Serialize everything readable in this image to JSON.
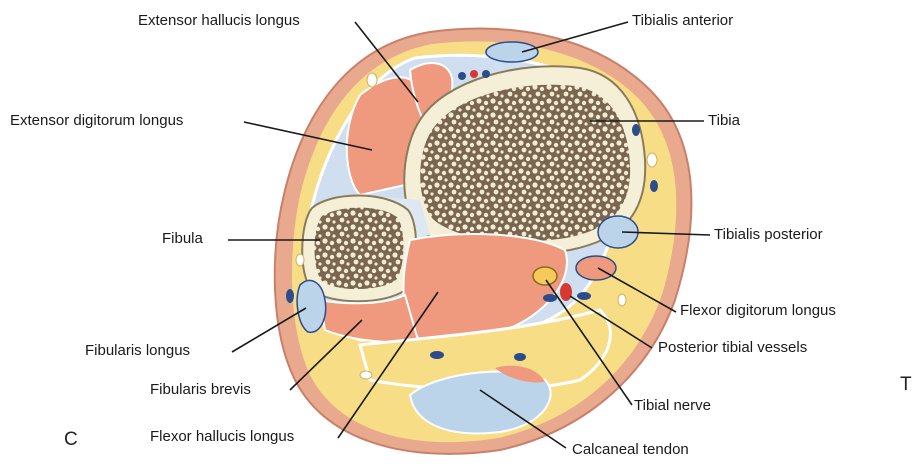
{
  "labels": {
    "extensor_hallucis_longus": "Extensor hallucis longus",
    "tibialis_anterior": "Tibialis anterior",
    "extensor_digitorum_longus": "Extensor digitorum longus",
    "tibia": "Tibia",
    "fibula": "Fibula",
    "tibialis_posterior": "Tibialis posterior",
    "flexor_digitorum_longus": "Flexor digitorum longus",
    "fibularis_longus": "Fibularis longus",
    "posterior_tibial_vessels": "Posterior tibial vessels",
    "fibularis_brevis": "Fibularis brevis",
    "tibial_nerve": "Tibial nerve",
    "flexor_hallucis_longus": "Flexor hallucis longus",
    "calcaneal_tendon": "Calcaneal tendon"
  },
  "panel_letters": {
    "left": "C",
    "right": "T"
  },
  "colors": {
    "skin": "#e8a98e",
    "fat": "#f7dd86",
    "muscle": "#ef9a7e",
    "tendon": "#bcd4ea",
    "bone_cortex": "#f5efd8",
    "bone_trabecular": "#6b5a44",
    "artery": "#d7392f",
    "vein": "#2d4c8a",
    "line": "#1a1a1a"
  }
}
